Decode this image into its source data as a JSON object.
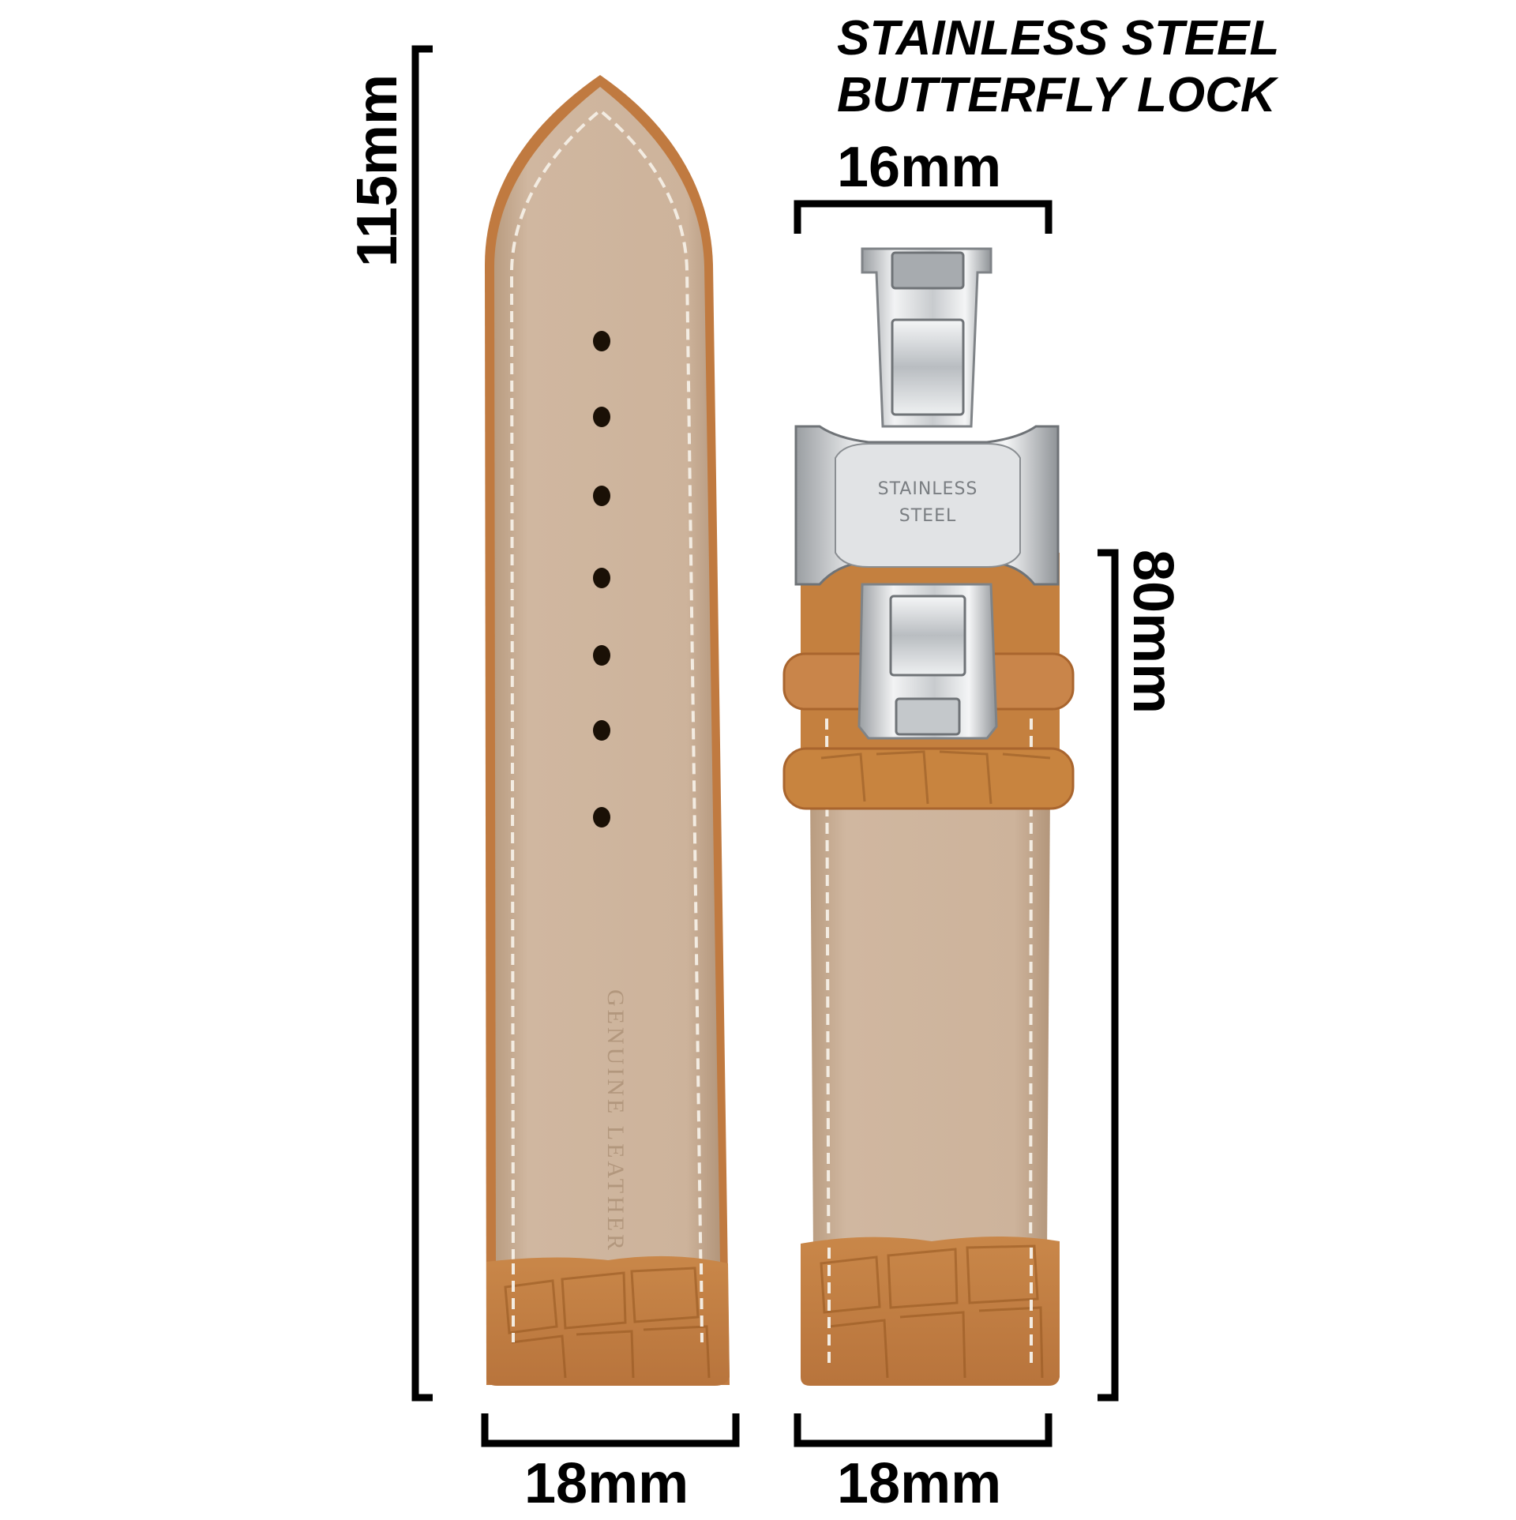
{
  "title": {
    "line1": "STAINLESS STEEL",
    "line2": "BUTTERFLY LOCK"
  },
  "dimensions": {
    "strap_length": "115mm",
    "buckle_strap_length": "80mm",
    "clasp_width": "16mm",
    "left_bottom_width": "18mm",
    "right_bottom_width": "18mm"
  },
  "clasp_engraving": {
    "line1": "STAINLESS",
    "line2": "STEEL"
  },
  "strap_imprint": "GENUINE LEATHER",
  "colors": {
    "lining": "#cbb199",
    "lining_dark": "#b89a7f",
    "leather": "#c47e46",
    "leather_dark": "#9a5a2a",
    "stitch": "#f3ece2",
    "steel": "#d9dcdf",
    "steel_dark": "#8c9094",
    "bracket": "#000000"
  }
}
